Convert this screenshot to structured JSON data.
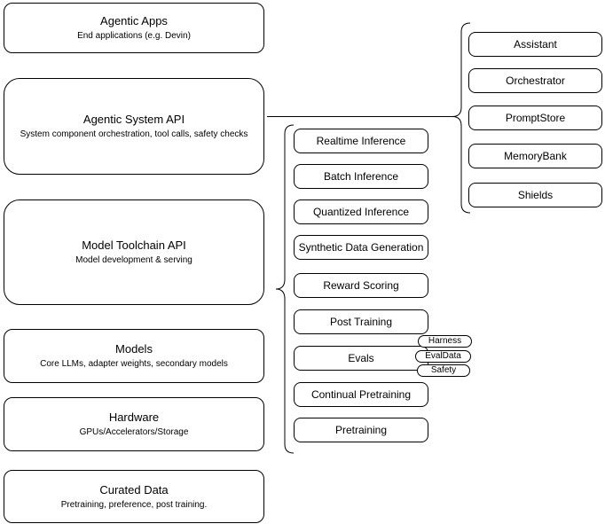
{
  "diagram": {
    "layers": [
      {
        "title": "Agentic Apps",
        "subtitle": "End applications (e.g. Devin)"
      },
      {
        "title": "Agentic System API",
        "subtitle": "System component orchestration, tool calls, safety checks"
      },
      {
        "title": "Model Toolchain API",
        "subtitle": "Model development & serving"
      },
      {
        "title": "Models",
        "subtitle": "Core LLMs, adapter weights, secondary models"
      },
      {
        "title": "Hardware",
        "subtitle": "GPUs/Accelerators/Storage"
      },
      {
        "title": "Curated Data",
        "subtitle": "Pretraining, preference, post training."
      }
    ],
    "toolchain_api_nodes": [
      "Realtime Inference",
      "Batch Inference",
      "Quantized Inference",
      "Synthetic Data Generation",
      "Reward Scoring",
      "Post Training",
      "Evals",
      "Continual Pretraining",
      "Pretraining"
    ],
    "evals_tags": [
      "Harness",
      "EvalData",
      "Safety"
    ],
    "system_api_nodes": [
      "Assistant",
      "Orchestrator",
      "PromptStore",
      "MemoryBank",
      "Shields"
    ],
    "colors": {
      "stroke": "#000000",
      "fill": "#ffffff",
      "text": "#000000",
      "background": "#ffffff"
    }
  }
}
